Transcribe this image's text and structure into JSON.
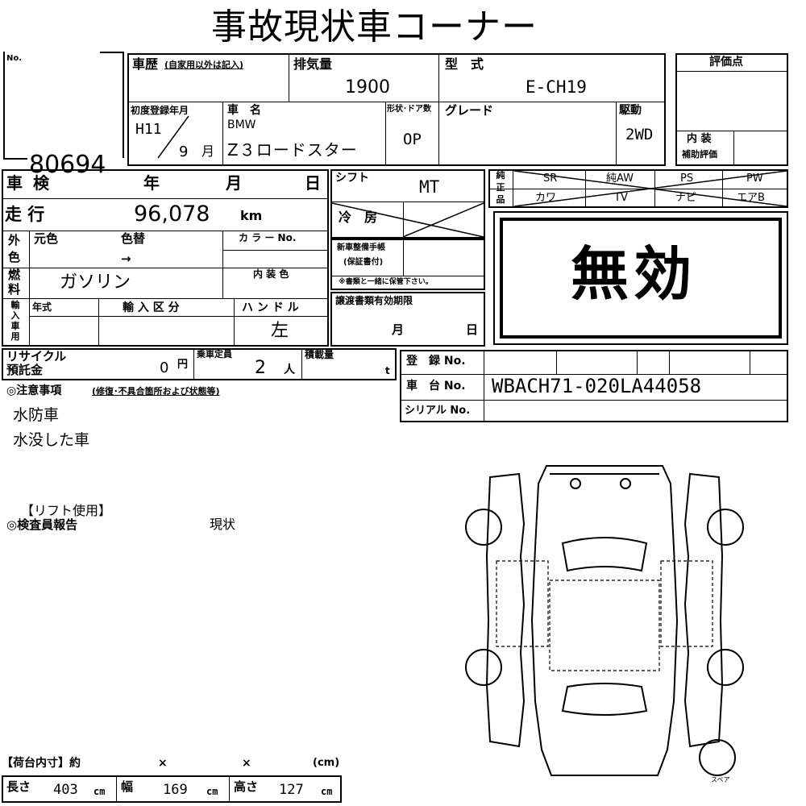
{
  "title": "事故現状車コーナー",
  "lot": {
    "label": "No.",
    "number": "80694"
  },
  "history": {
    "label": "車歴",
    "note": "(自家用以外は記入)"
  },
  "displacement": {
    "label": "排気量",
    "value": "1900"
  },
  "model": {
    "label": "型　式",
    "value": "E-CH19"
  },
  "evaluation": {
    "label": "評価点",
    "interior_label_1": "内 装",
    "interior_label_2": "補助評価"
  },
  "first_reg": {
    "label": "初度登録年月",
    "era_year": "H11",
    "month": "9",
    "month_unit": "月"
  },
  "car_name": {
    "label": "車　名",
    "maker": "BMW",
    "name": "Z３ロードスター"
  },
  "body_door": {
    "label": "形状･ドア数",
    "value": "OP"
  },
  "grade": {
    "label": "グレード"
  },
  "drive": {
    "label": "駆動",
    "value": "2WD"
  },
  "inspection": {
    "label": "車 検",
    "year": "年",
    "month": "月",
    "day": "日"
  },
  "shift": {
    "label": "シフト",
    "value": "MT"
  },
  "equipment": {
    "label_chars": [
      "純",
      "正",
      "品"
    ],
    "top": [
      "SR",
      "純AW",
      "PS",
      "PW"
    ],
    "bottom": [
      "カワ",
      "TV",
      "ナビ",
      "エアB"
    ]
  },
  "mileage": {
    "label": "走 行",
    "value": "96,078",
    "unit": "km"
  },
  "aircon": {
    "label": "冷　房"
  },
  "exterior_color": {
    "label_1": "外",
    "label_2": "色",
    "original": "元色",
    "changed": "色替",
    "arrow": "→",
    "color_no": "カ ラ ー No."
  },
  "new_car_manual": {
    "line1": "新車整備手帳",
    "line2": "(保証書付)"
  },
  "docs_note": "※書類と一緒に保管下さい。",
  "void_stamp": "無効",
  "fuel": {
    "label_1": "燃",
    "label_2": "料",
    "value": "ガソリン"
  },
  "interior_color": {
    "label": "内 装 色"
  },
  "import": {
    "label_chars": [
      "輸",
      "入",
      "車",
      "用"
    ],
    "model_year": "年式",
    "import_class": "輸 入 区 分",
    "handle_label": "ハ ン ド ル",
    "handle_value": "左"
  },
  "transfer_docs": {
    "label": "譲渡書類有効期限",
    "month": "月",
    "day": "日"
  },
  "recycle": {
    "label_1": "リサイクル",
    "label_2": "預託金",
    "value": "0",
    "unit": "円"
  },
  "capacity": {
    "label": "乗車定員",
    "value": "2",
    "unit": "人"
  },
  "load": {
    "label": "積載量",
    "unit": "t"
  },
  "registration": {
    "label": "登　録 No."
  },
  "chassis": {
    "label": "車　台 No.",
    "value": "WBACH71-020LA44058"
  },
  "serial": {
    "label": "シリアル No."
  },
  "notes": {
    "label": "◎注意事項",
    "sub": "(修復･不具合箇所および状態等)",
    "items": [
      "水防車",
      "水没した車"
    ]
  },
  "lift": "【リフト使用】",
  "inspector": {
    "label": "◎検査員報告",
    "value": "現状"
  },
  "spare_label": "スペア",
  "cargo": {
    "label": "【荷台内寸】約",
    "x1": "×",
    "x2": "×",
    "unit_label": "(cm)",
    "length_label": "長さ",
    "length": "403",
    "width_label": "幅",
    "width": "169",
    "height_label": "高さ",
    "height": "127",
    "unit": "cm"
  }
}
